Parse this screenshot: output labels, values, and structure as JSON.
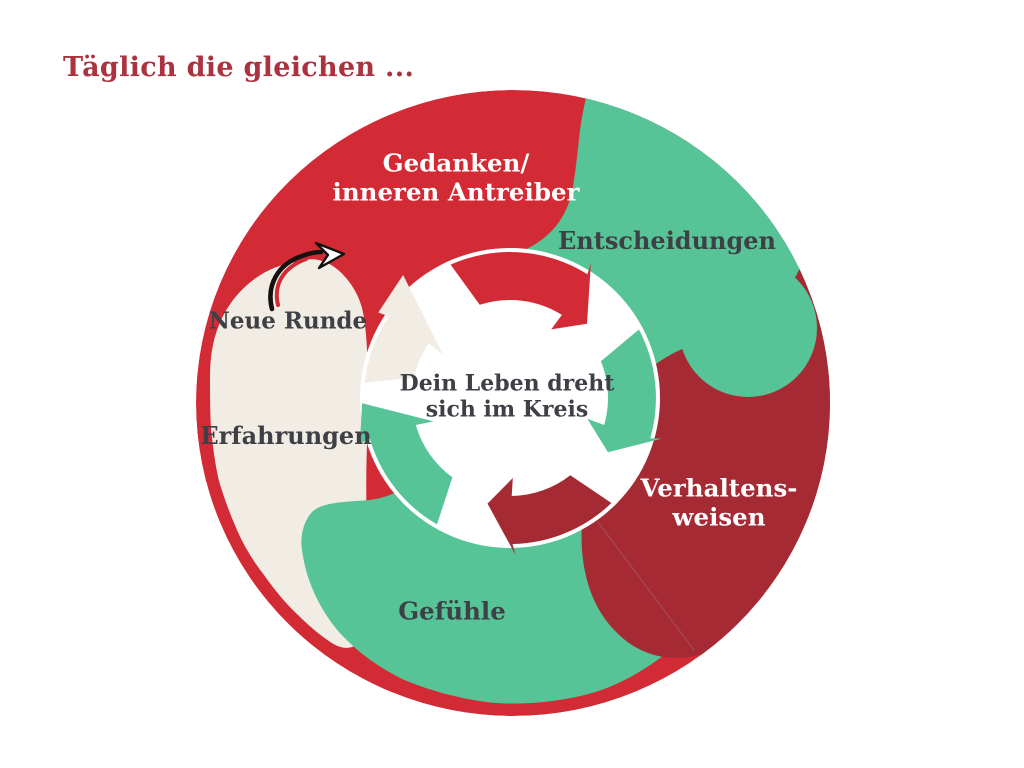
{
  "title": "Täglich die gleichen ...",
  "colors": {
    "red": "#d32b35",
    "dark_red": "#a52a33",
    "green": "#56c496",
    "cream": "#f1ece4",
    "white": "#ffffff",
    "title_red": "#ab3340",
    "text_dark": "#3e4046",
    "doodle_black": "#15110e"
  },
  "diagram": {
    "center": {
      "line1": "Dein Leben dreht",
      "line2": "sich im Kreis"
    },
    "labels": {
      "gedanken": {
        "line1": "Gedanken/",
        "line2": "inneren Antreiber"
      },
      "entscheidungen": "Entscheidungen",
      "verhaltensweisen": {
        "line1": "Verhaltens-",
        "line2": "weisen"
      },
      "gefuehle": "Gefühle",
      "erfahrungen": "Erfahrungen",
      "neue_runde": "Neue Runde"
    }
  }
}
